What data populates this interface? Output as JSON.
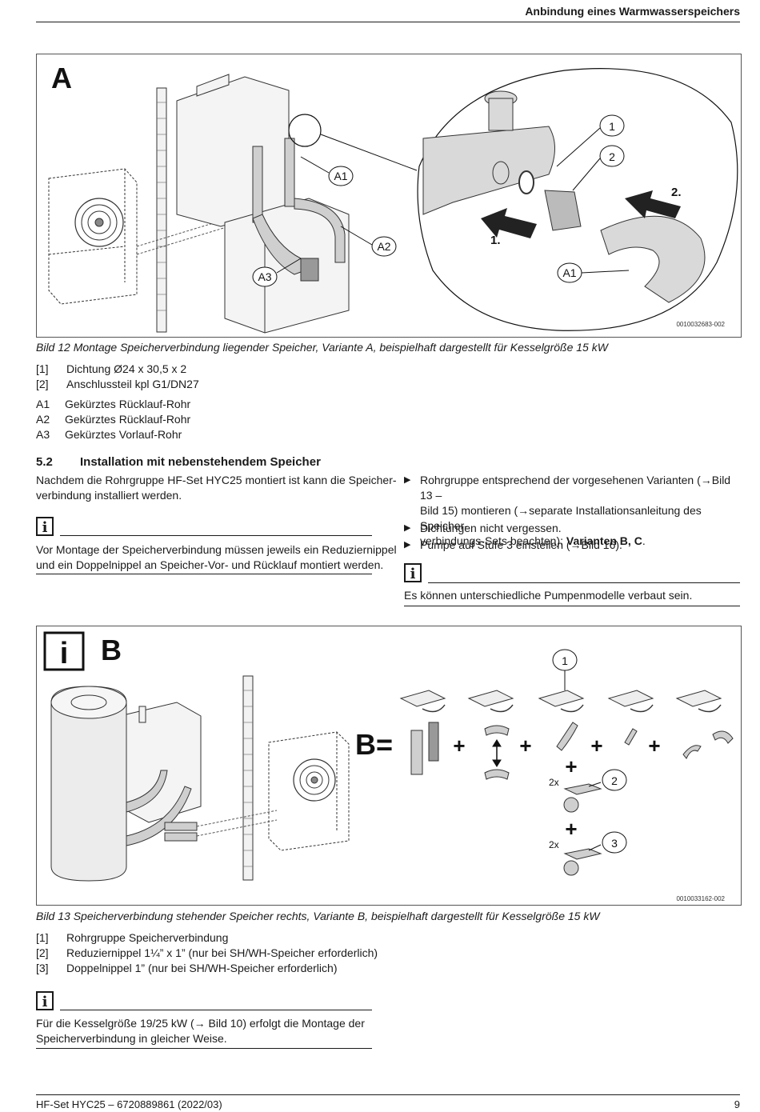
{
  "header": {
    "title": "Anbindung eines Warmwasserspeichers"
  },
  "figure12": {
    "letter": "A",
    "callouts": [
      "1",
      "2",
      "A1",
      "A2",
      "A3",
      "A1"
    ],
    "steps": [
      "1.",
      "2."
    ],
    "id": "0010032683-002",
    "caption": "Bild 12   Montage Speicherverbindung liegender Speicher, Variante A, beispielhaft dargestellt für Kesselgröße 15 kW"
  },
  "legend12": {
    "numbered": [
      {
        "key": "[1]",
        "text": "Dichtung Ø24 x 30,5 x 2"
      },
      {
        "key": "[2]",
        "text": "Anschlussteil kpl G1/DN27"
      }
    ],
    "lettered": [
      {
        "key": "A1",
        "text": "Gekürztes Rücklauf-Rohr"
      },
      {
        "key": "A2",
        "text": "Gekürztes Rücklauf-Rohr"
      },
      {
        "key": "A3",
        "text": "Gekürztes Vorlauf-Rohr"
      }
    ]
  },
  "section": {
    "number": "5.2",
    "title": "Installation mit nebenstehendem Speicher",
    "intro_lines": [
      "Nachdem die Rohrgruppe HF-Set HYC25 montiert ist kann die Speicher-",
      "verbindung installiert werden."
    ],
    "note1_lines": [
      "Vor Montage der Speicherverbindung müssen jeweils ein Reduziernippel",
      "und ein Doppelnippel an Speicher-Vor- und Rücklauf montiert werden."
    ],
    "bullets": [
      {
        "lines": [
          "Rohrgruppe entsprechend der vorgesehenen Varianten (→Bild 13 –",
          "Bild 15) montieren (→separate Installationsanleitung des Speicher-"
        ],
        "last_plain": "verbindungs-Sets beachten); ",
        "last_bold": "Varianten B, C",
        "last_end": "."
      },
      {
        "lines": [
          "Dichtungen nicht vergessen."
        ]
      },
      {
        "lines": [
          "Pumpe auf Stufe 3 einstellen (→Bild 16)."
        ]
      }
    ],
    "note2": "Es können unterschiedliche Pumpenmodelle verbaut sein."
  },
  "figure13": {
    "letter": "B",
    "formula": "B=",
    "callouts": [
      "1",
      "2",
      "3"
    ],
    "multipliers": [
      "2x",
      "2x"
    ],
    "plus": "+",
    "id": "0010033162-002",
    "caption": "Bild 13   Speicherverbindung stehender Speicher rechts, Variante B, beispielhaft dargestellt für Kesselgröße 15 kW"
  },
  "legend13": [
    {
      "key": "[1]",
      "text": "Rohrgruppe Speicherverbindung"
    },
    {
      "key": "[2]",
      "text": "Reduziernippel 1¼” x 1” (nur bei SH/WH-Speicher erforderlich)"
    },
    {
      "key": "[3]",
      "text": "Doppelnippel 1” (nur bei SH/WH-Speicher erforderlich)"
    }
  ],
  "note3_lines": [
    "Für die Kesselgröße 19/25 kW (→ Bild  10) erfolgt die Montage der",
    "Speicherverbindung in gleicher Weise."
  ],
  "info_symbol": "i",
  "footer": {
    "doc": "HF-Set HYC25 – 6720889861 (2022/03)",
    "page": "9"
  }
}
